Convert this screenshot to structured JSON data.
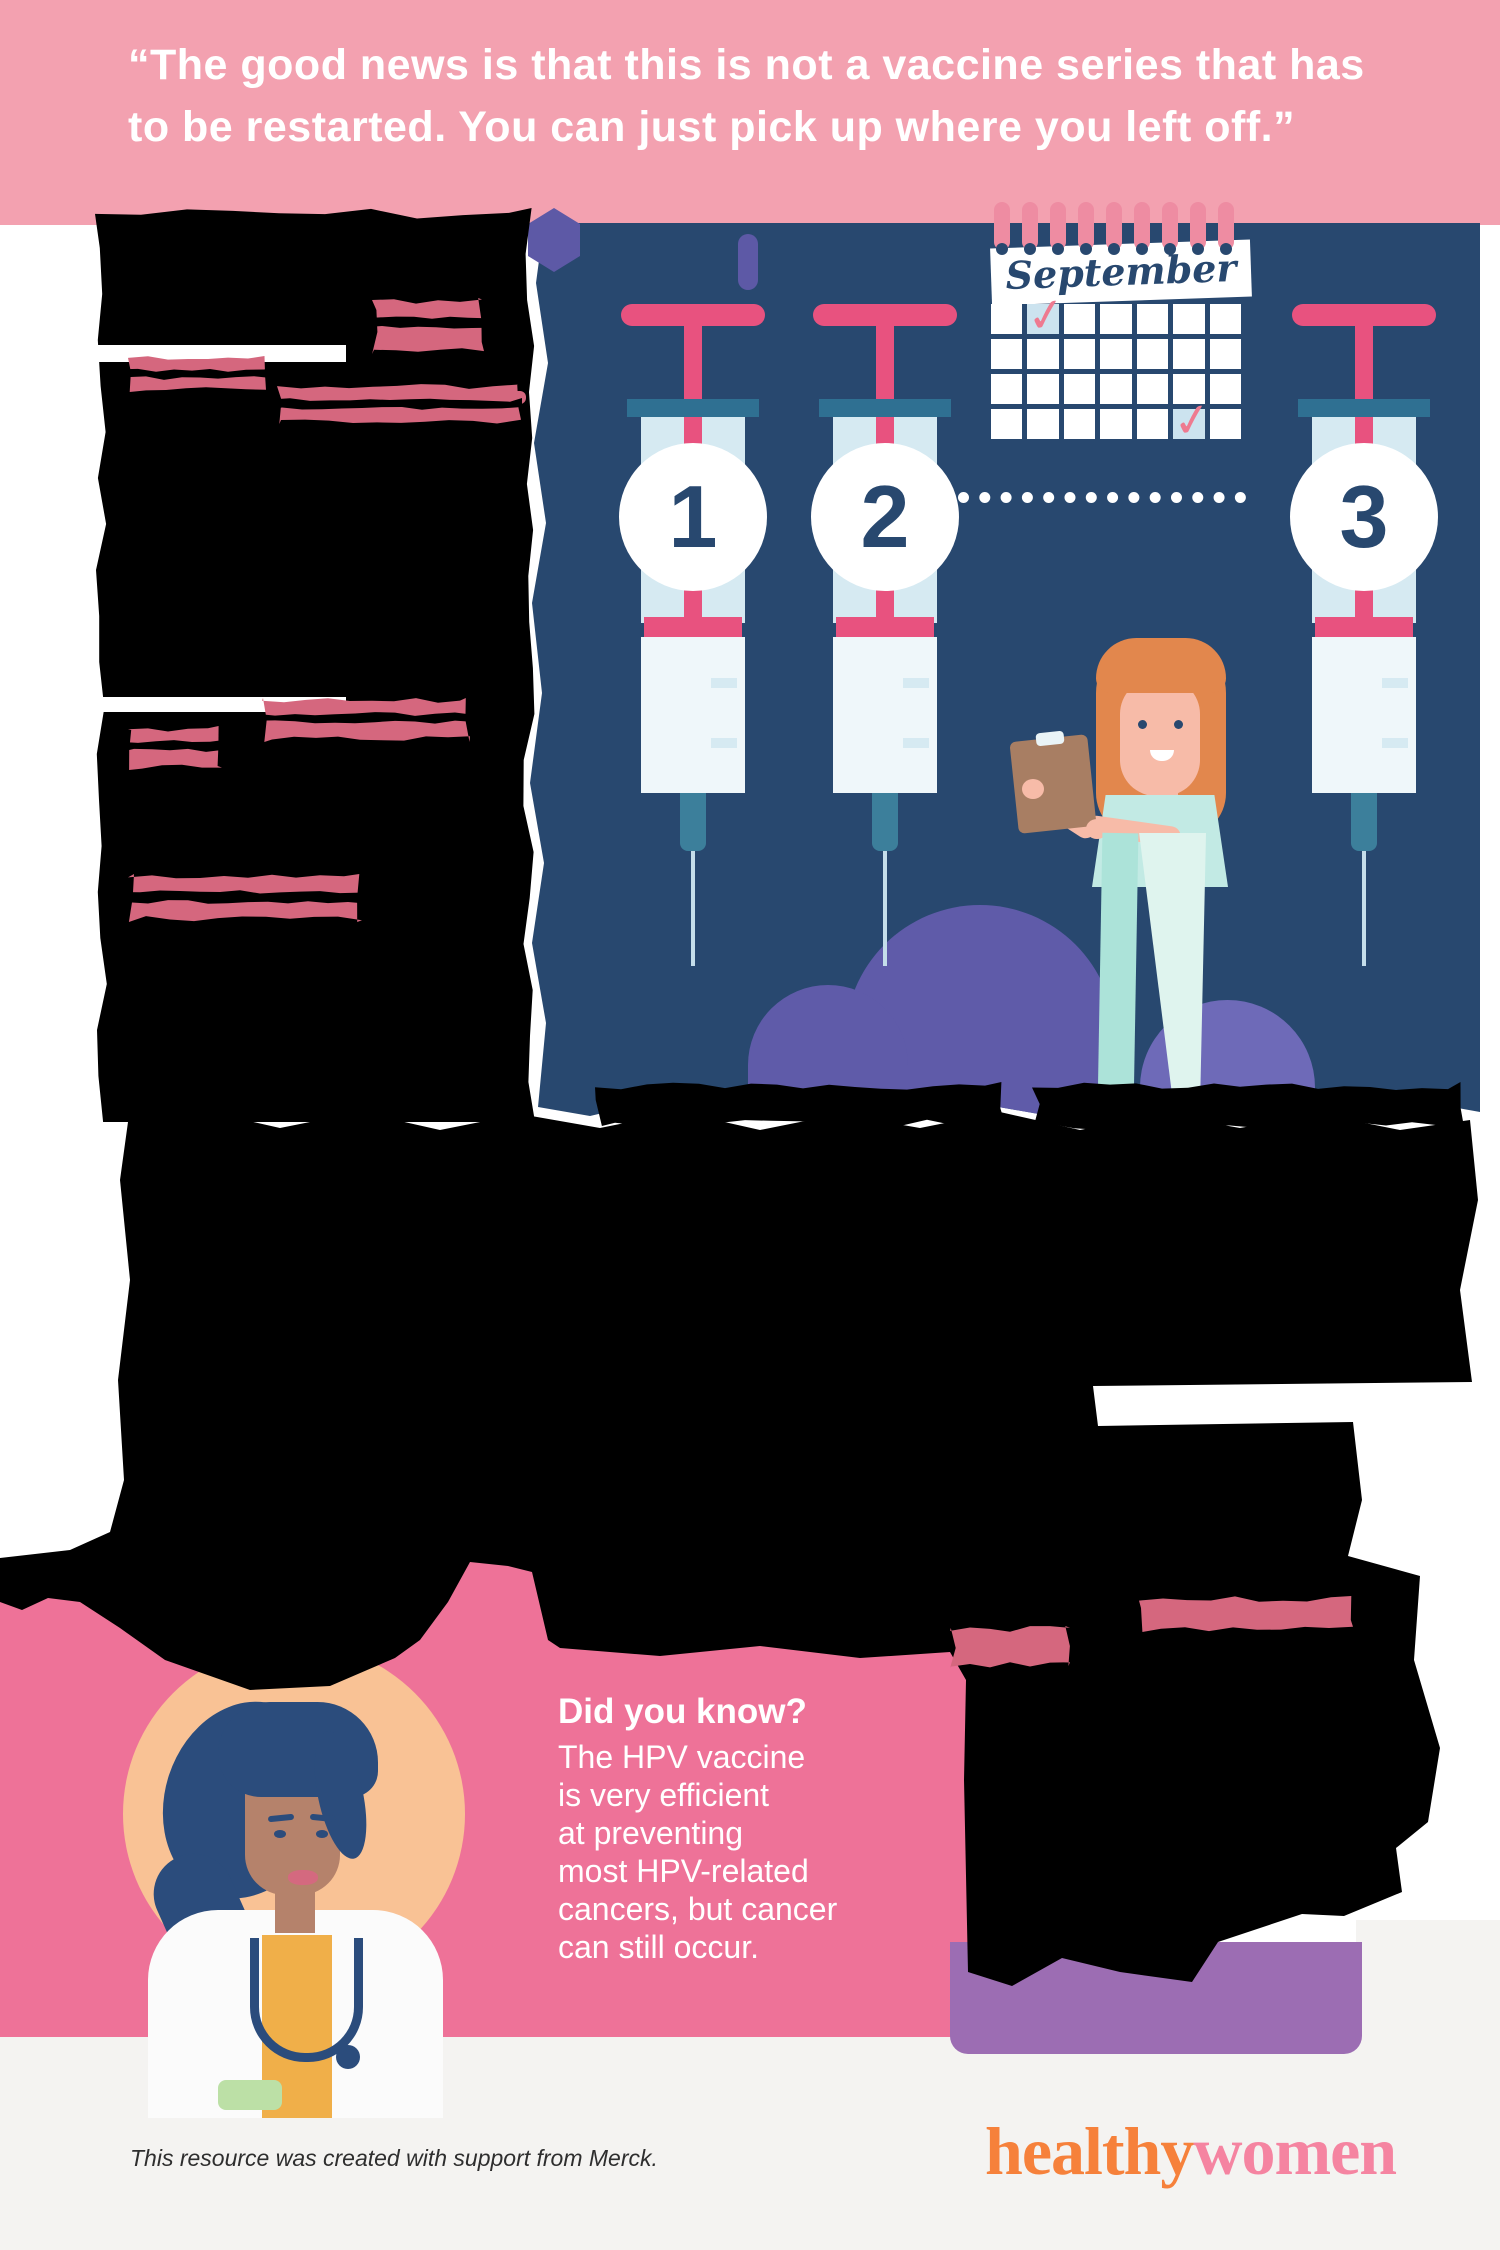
{
  "banner": {
    "quote_line1": "“The good news is that this is not a vaccine series that has",
    "quote_line2": "to be restarted. You can just pick up where you left off.”"
  },
  "illustration": {
    "calendar_month": "September",
    "check_icon": "✓",
    "doses": [
      "1",
      "2",
      "3"
    ]
  },
  "did_you_know": {
    "heading": "Did you know?",
    "body": "The HPV vaccine\nis very efficient\nat preventing\nmost HPV-related\ncancers, but cancer\ncan still occur."
  },
  "footer": {
    "attribution": "This resource was created with support from Merck.",
    "logo_part1": "healthy",
    "logo_part2": "women"
  },
  "colors": {
    "banner_pink": "#F3A1B0",
    "panel_navy": "#28486F",
    "syringe_pink": "#E8527F",
    "section_pink": "#EE7298",
    "highlight_rose": "#D5677E",
    "accent_purple": "#9C6DB3",
    "cloud_purple": "#5F5BA9",
    "peach_circle": "#F9C295",
    "logo_orange": "#F6813B",
    "logo_pink": "#F584A1",
    "footer_bg": "#F4F3F1"
  }
}
